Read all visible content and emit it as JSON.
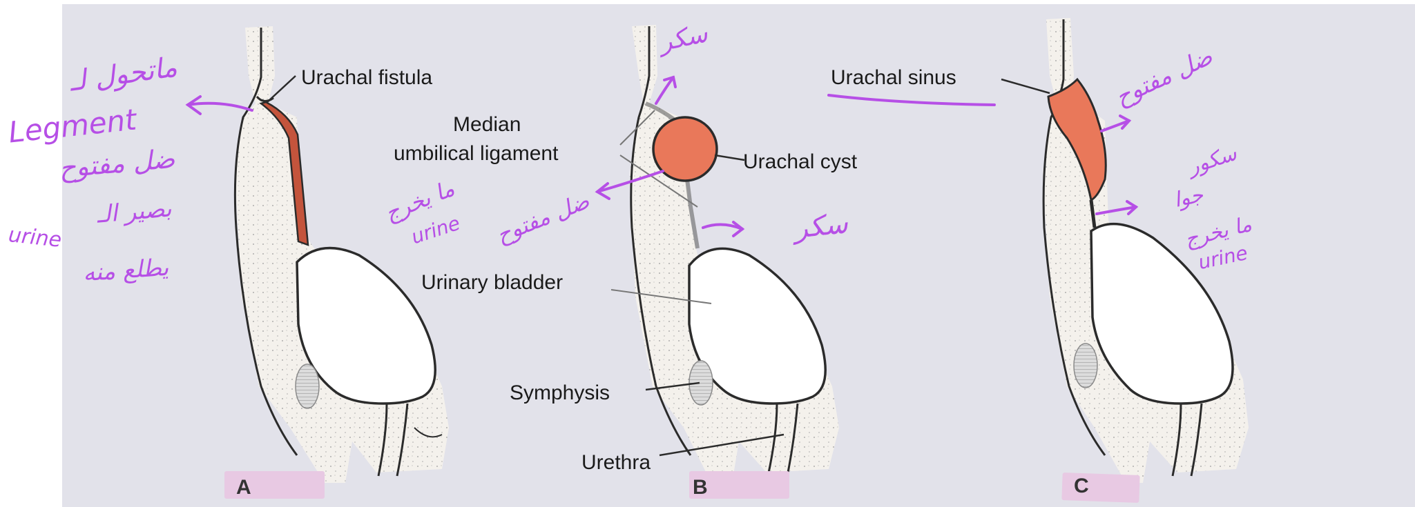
{
  "colors": {
    "background": "#e2e2ea",
    "tissue": "#f4f1ec",
    "outline": "#2b2b2b",
    "urachus_lesion": "#e9785a",
    "annotation": "#b64fe6",
    "panel_tab": "#e8c9e3"
  },
  "labels": {
    "urachal_fistula": "Urachal fistula",
    "median_umbilical_ligament_line1": "Median",
    "median_umbilical_ligament_line2": "umbilical ligament",
    "urachal_cyst": "Urachal cyst",
    "urachal_sinus": "Urachal sinus",
    "urinary_bladder": "Urinary bladder",
    "symphysis": "Symphysis",
    "urethra": "Urethra"
  },
  "panels": [
    "A",
    "B",
    "C"
  ],
  "annotations": {
    "a_line1": "ماتحول لـ",
    "a_line2": "Legment",
    "a_line3": "ضل مفتوح",
    "a_line4": "بصير الـ",
    "a_line5": "urine",
    "a_line6": "يطلع منه",
    "b_top": "سكر",
    "b_left_line1": "ما يخرج",
    "b_left_line2": "urine",
    "b_left_line3": "ضل مفتوح",
    "b_right": "سكر",
    "c_top": "ضل مفتوح",
    "c_mid_line1": "سكور",
    "c_mid_line2": "جوا",
    "c_mid_line3": "ما يخرج",
    "c_mid_line4": "urine"
  }
}
